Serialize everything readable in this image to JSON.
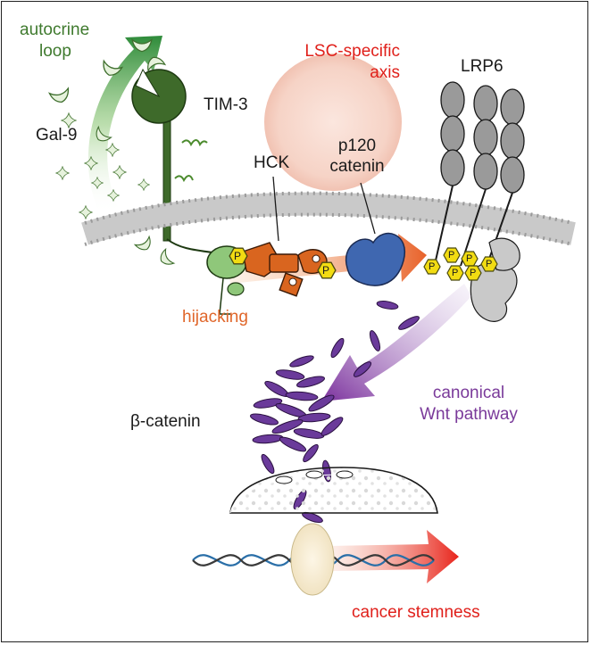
{
  "labels": {
    "autocrine_line1": "autocrine",
    "autocrine_line2": "loop",
    "gal9": "Gal-9",
    "tim3": "TIM-3",
    "lsc_line1": "LSC-specific",
    "lsc_line2": "axis",
    "lrp6": "LRP6",
    "hck": "HCK",
    "p120_line1": "p120",
    "p120_line2": "catenin",
    "hijacking": "hijacking",
    "canonical_line1": "canonical",
    "canonical_line2": "Wnt pathway",
    "beta_catenin": "β-catenin",
    "cancer_stemness": "cancer stemness",
    "phospho": "P"
  },
  "colors": {
    "green_text": "#3f7a2e",
    "red_text": "#e0201b",
    "orange_text": "#e0662a",
    "purple_text": "#7a3a9a",
    "tim3_receptor": "#3e6a2a",
    "gal9_fill": "#e6f2dc",
    "hck_orange": "#d9651f",
    "p120_blue": "#3f67b0",
    "phospho_yellow": "#f2dc12",
    "lrp6_grey": "#9a9a9a",
    "beta_catenin_purple": "#6a3a9a",
    "membrane_grey": "#b8b8b8",
    "lsc_circle": "#f7d6cb"
  },
  "icons": {
    "gal9": "galectin-9-star-icon",
    "phospho": "phosphate-hexagon-icon",
    "dna": "dna-helix-icon"
  }
}
